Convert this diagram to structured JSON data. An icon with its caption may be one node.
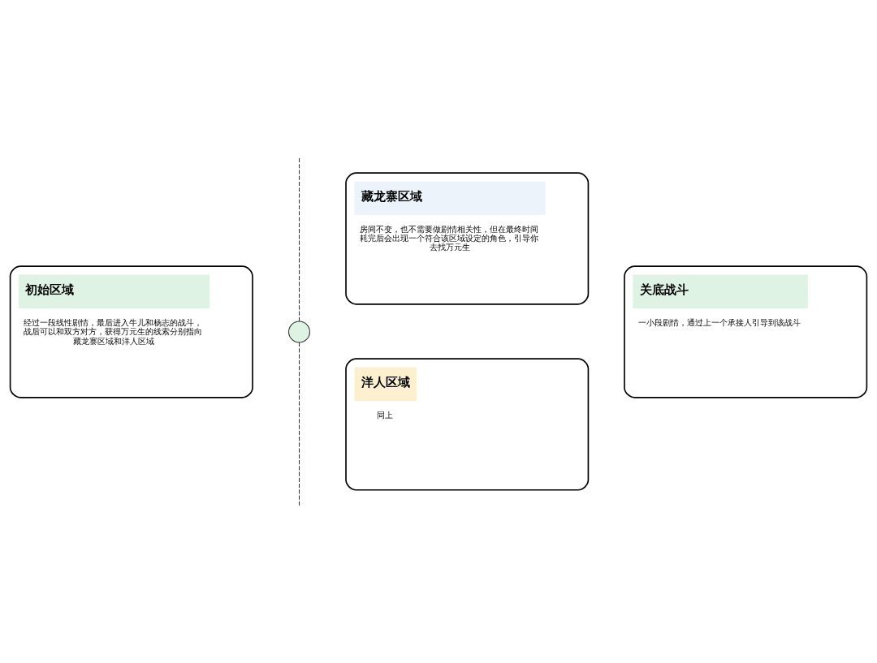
{
  "diagram": {
    "nodes": [
      {
        "text": [
          "初始区域",
          "经过一段线性剧情，最后进入牛儿和杨志的战斗，战后可以和双方对方，获得万元生的线索分别指向藏龙寨区域和洋人区域"
        ]
      },
      {
        "text": [],
        "shape": "circle"
      },
      {
        "text": [
          "藏龙寨区域",
          "房间不变，也不需要做剧情相关性，但在最终时间耗完后会出现一个符合该区域设定的角色，引导你去找万元生"
        ]
      },
      {
        "text": [
          "洋人区域",
          "同上"
        ]
      },
      {
        "text": [
          "关底战斗",
          "一小段剧情，通过上一个承接人引导到该战斗"
        ]
      }
    ],
    "edges": [
      {
        "from": null,
        "to": 1,
        "arrow": "none",
        "style": "dashed"
      },
      {
        "from": 1,
        "to": null,
        "arrow": "none",
        "style": "dashed"
      }
    ]
  }
}
